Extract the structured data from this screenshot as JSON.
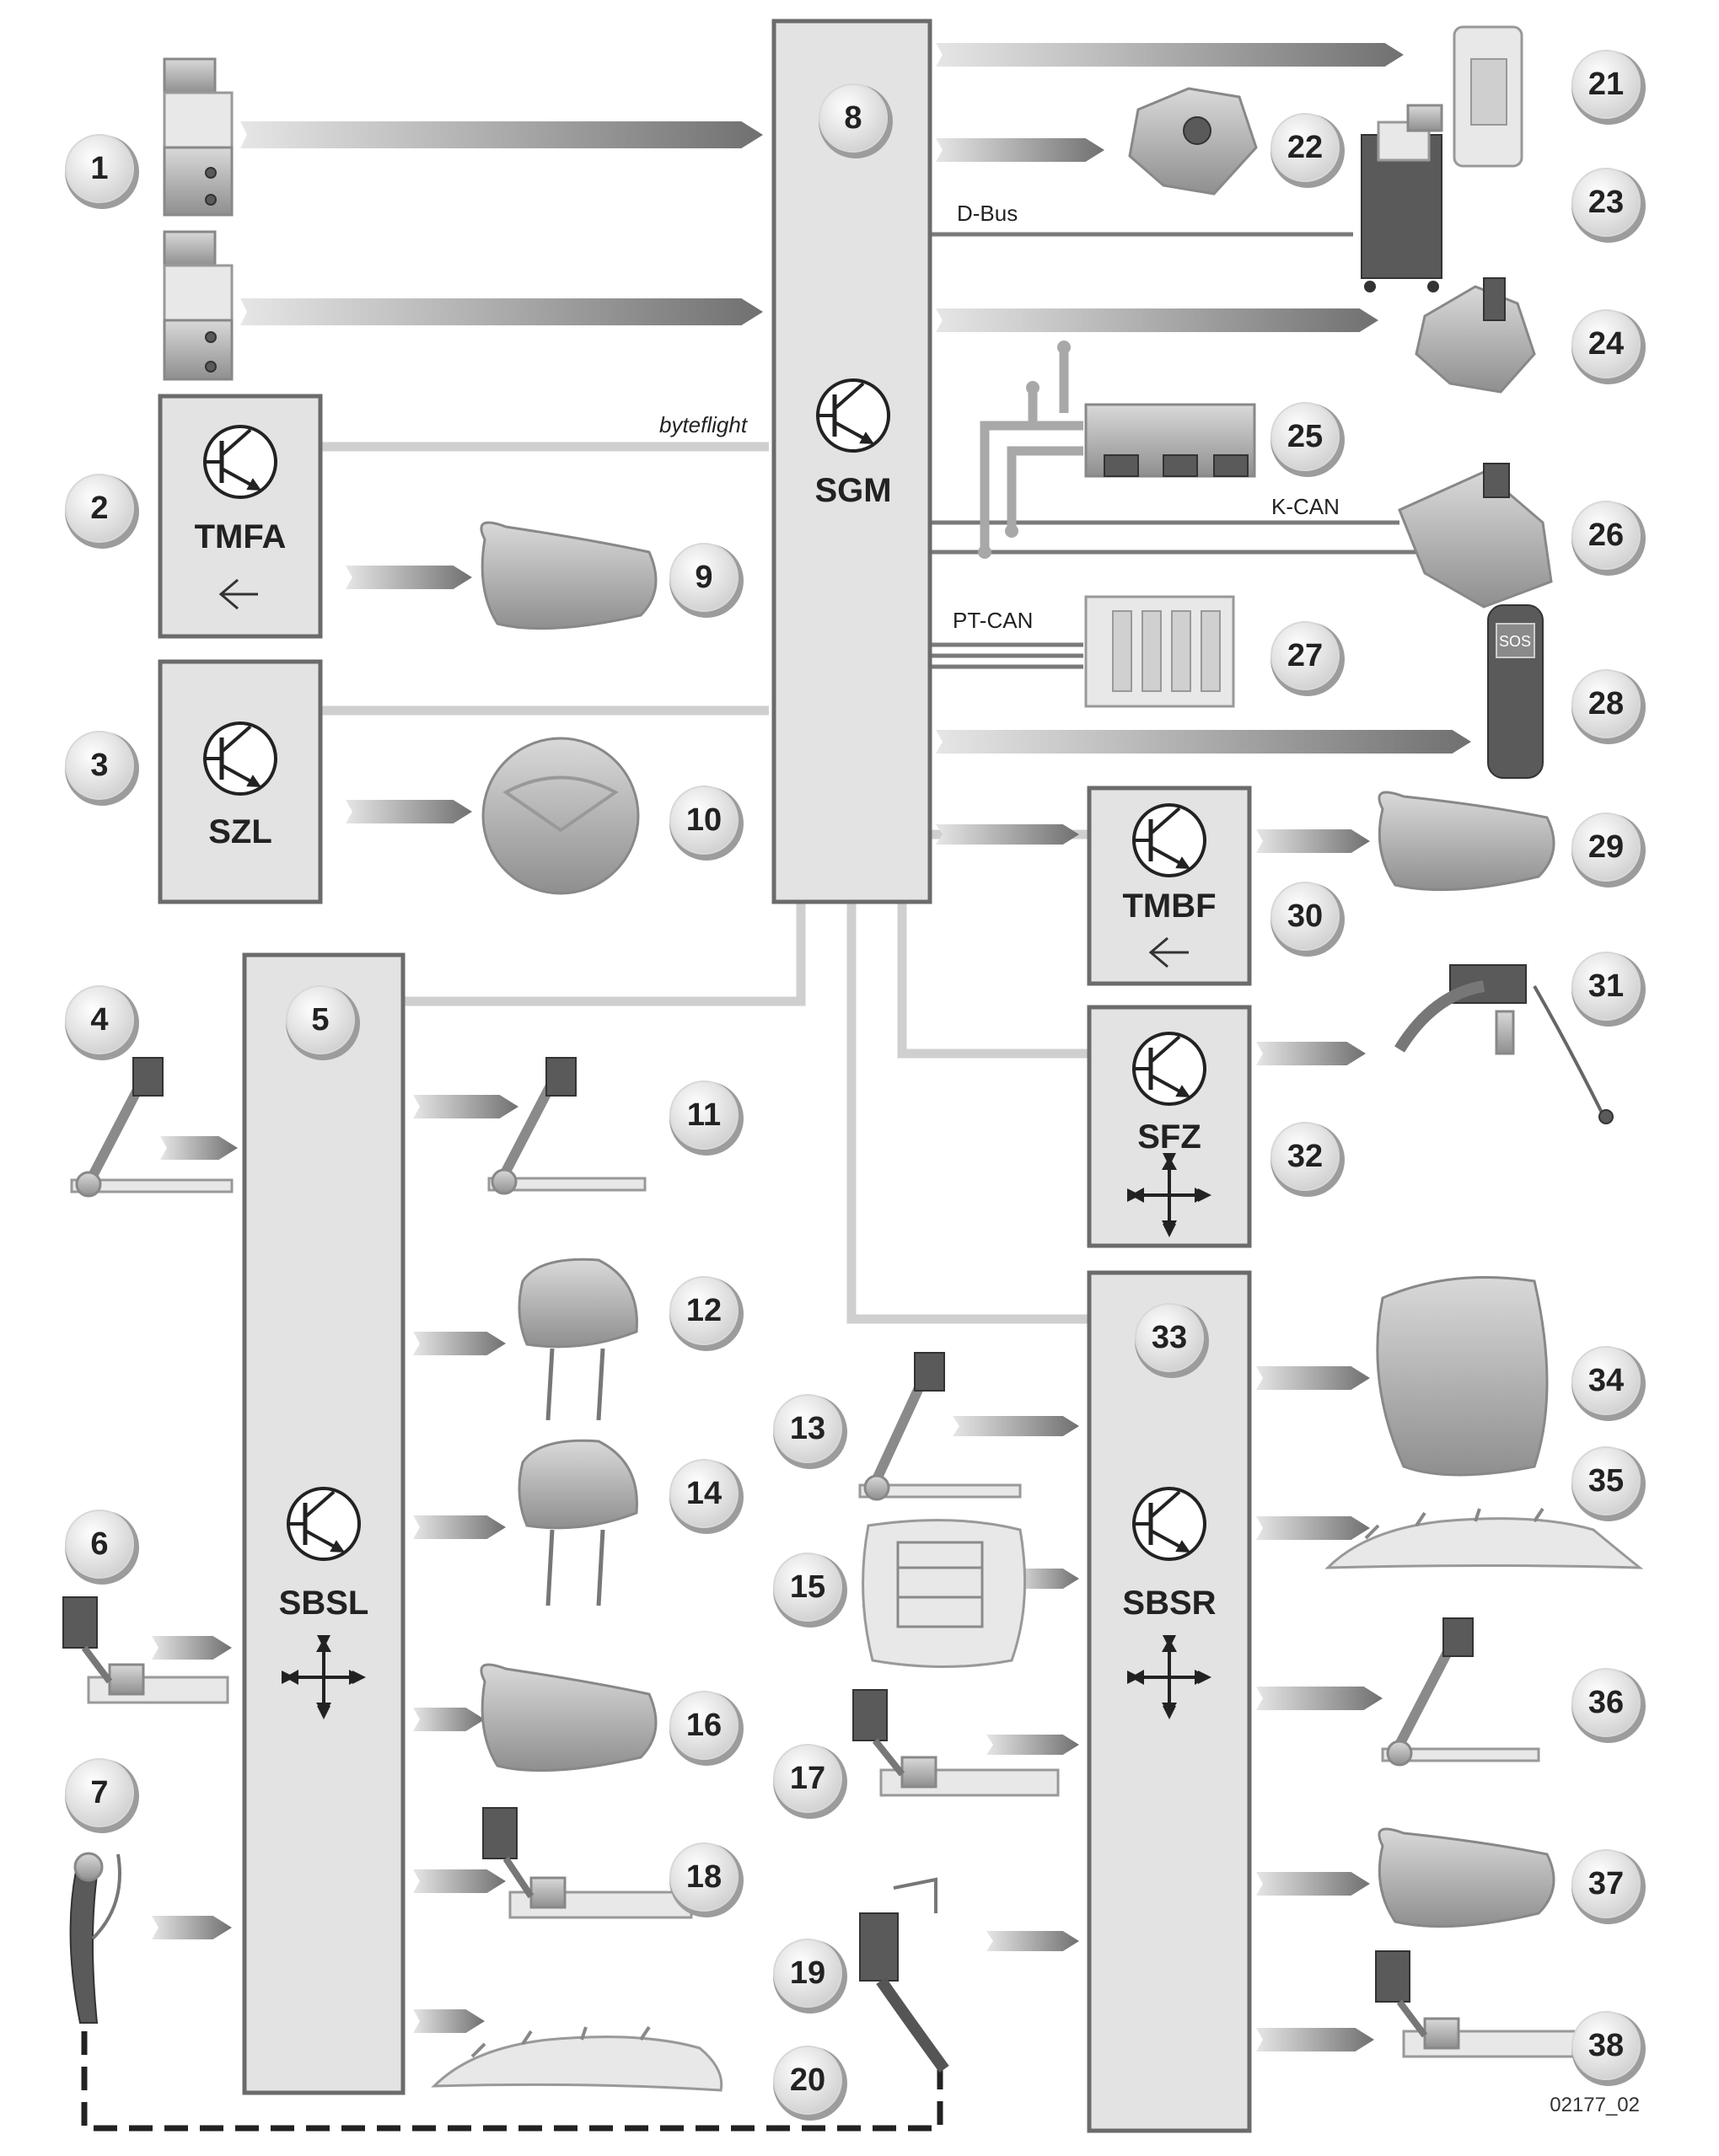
{
  "diagram": {
    "ecu_boxes": [
      {
        "id": "sgm",
        "label": "SGM",
        "number": "8"
      },
      {
        "id": "tmfa",
        "label": "TMFA",
        "number": "2"
      },
      {
        "id": "szl",
        "label": "SZL",
        "number": "3"
      },
      {
        "id": "sbsl",
        "label": "SBSL",
        "number": "5"
      },
      {
        "id": "tmbf",
        "label": "TMBF",
        "number": "30"
      },
      {
        "id": "sfz",
        "label": "SFZ",
        "number": "32"
      },
      {
        "id": "sbsr",
        "label": "SBSR",
        "number": "33"
      }
    ],
    "bus_labels": {
      "byteflight": "byteflight",
      "d_bus": "D-Bus",
      "k_can": "K-CAN",
      "pt_can": "PT-CAN"
    },
    "device_text": {
      "sos": "SOS"
    },
    "reference_code": "02177_02",
    "numbers": [
      "1",
      "2",
      "3",
      "4",
      "5",
      "6",
      "7",
      "8",
      "9",
      "10",
      "11",
      "12",
      "13",
      "14",
      "15",
      "16",
      "17",
      "18",
      "19",
      "20",
      "21",
      "22",
      "23",
      "24",
      "25",
      "26",
      "27",
      "28",
      "29",
      "30",
      "31",
      "32",
      "33",
      "34",
      "35",
      "36",
      "37",
      "38"
    ]
  }
}
